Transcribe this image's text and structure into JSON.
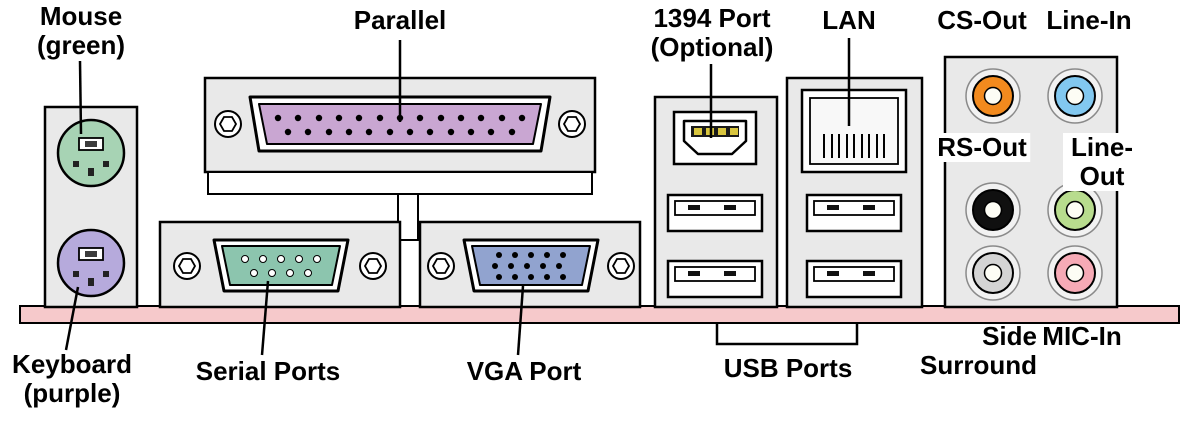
{
  "labels": {
    "mouse": "Mouse\n(green)",
    "keyboard": "Keyboard\n(purple)",
    "parallel": "Parallel",
    "serial": "Serial Ports",
    "vga": "VGA Port",
    "port1394": "1394 Port\n(Optional)",
    "lan": "LAN",
    "usb": "USB Ports",
    "cs_out": "CS-Out",
    "line_in": "Line-In",
    "rs_out": "RS-Out",
    "line_out": "Line-Out",
    "side_surround": "Side\nSurround",
    "mic_in": "MIC-In"
  },
  "colors": {
    "panel": "#e9e9e9",
    "board_edge": "#f6c9cb",
    "mouse_port": "#a7d3b4",
    "keyboard_port": "#b6aadc",
    "parallel_connector": "#c9a6d2",
    "serial_connector": "#8cc5ae",
    "vga_connector": "#91a3cf",
    "firewire_contact": "#d8c53e",
    "cs_out_jack": "#f28a1e",
    "line_in_jack": "#82c8f0",
    "rs_out_jack": "#101010",
    "line_out_jack": "#b8dc8e",
    "side_surround_jack": "#d4d4d4",
    "mic_in_jack": "#f6aab6"
  }
}
